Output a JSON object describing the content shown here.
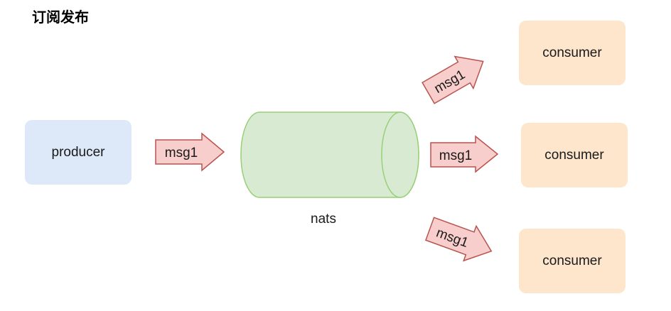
{
  "title": "订阅发布",
  "producer": {
    "label": "producer"
  },
  "queue": {
    "label": "nats"
  },
  "consumers": [
    {
      "label": "consumer"
    },
    {
      "label": "consumer"
    },
    {
      "label": "consumer"
    }
  ],
  "messages": [
    {
      "label": "msg1"
    },
    {
      "label": "msg1"
    },
    {
      "label": "msg1"
    },
    {
      "label": "msg1"
    }
  ],
  "colors": {
    "producer_fill": "#dde8f9",
    "consumer_fill": "#fde6cc",
    "queue_fill": "#d9ead3",
    "queue_stroke": "#97d077",
    "arrow_fill": "#f8cecc",
    "arrow_stroke": "#b85450"
  }
}
